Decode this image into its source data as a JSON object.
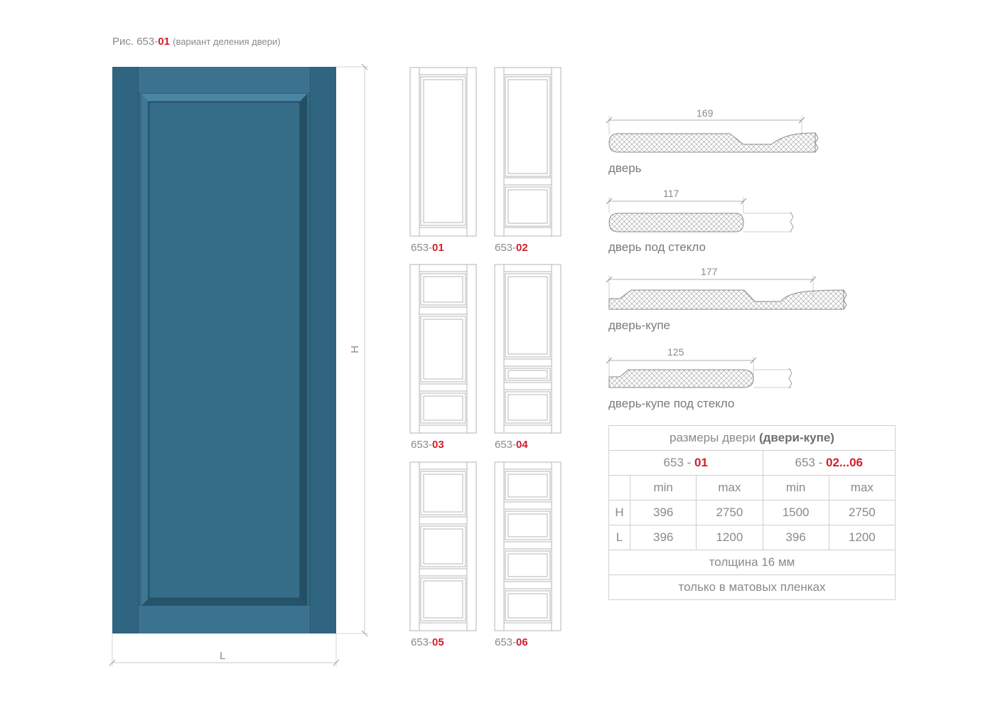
{
  "caption": {
    "prefix": "Рис. 653-",
    "code": "01",
    "note": "(вариант деления двери)"
  },
  "main_door": {
    "color": "#346a84",
    "height_label": "H",
    "width_label": "L"
  },
  "thumbnails": [
    {
      "prefix": "653-",
      "code": "01"
    },
    {
      "prefix": "653-",
      "code": "02"
    },
    {
      "prefix": "653-",
      "code": "03"
    },
    {
      "prefix": "653-",
      "code": "04"
    },
    {
      "prefix": "653-",
      "code": "05"
    },
    {
      "prefix": "653-",
      "code": "06"
    }
  ],
  "profiles": [
    {
      "dimension": "169",
      "label": "дверь"
    },
    {
      "dimension": "117",
      "label": "дверь под стекло"
    },
    {
      "dimension": "177",
      "label": "дверь-купе"
    },
    {
      "dimension": "125",
      "label": "дверь-купе под стекло"
    }
  ],
  "size_table": {
    "title_plain": "размеры двери ",
    "title_bold": "(двери-купе)",
    "group1_prefix": "653 - ",
    "group1_code": "01",
    "group2_prefix": "653 - ",
    "group2_code": "02...06",
    "col_headers": [
      "min",
      "max",
      "min",
      "max"
    ],
    "rows": [
      {
        "label": "H",
        "values": [
          "396",
          "2750",
          "1500",
          "2750"
        ]
      },
      {
        "label": "L",
        "values": [
          "396",
          "1200",
          "396",
          "1200"
        ]
      }
    ],
    "thickness": "толщина 16 мм",
    "finish_note": "только в матовых пленках"
  },
  "colors": {
    "accent_red": "#d0202a",
    "door_blue": "#346a84",
    "line_gray": "#bdbdbd"
  }
}
